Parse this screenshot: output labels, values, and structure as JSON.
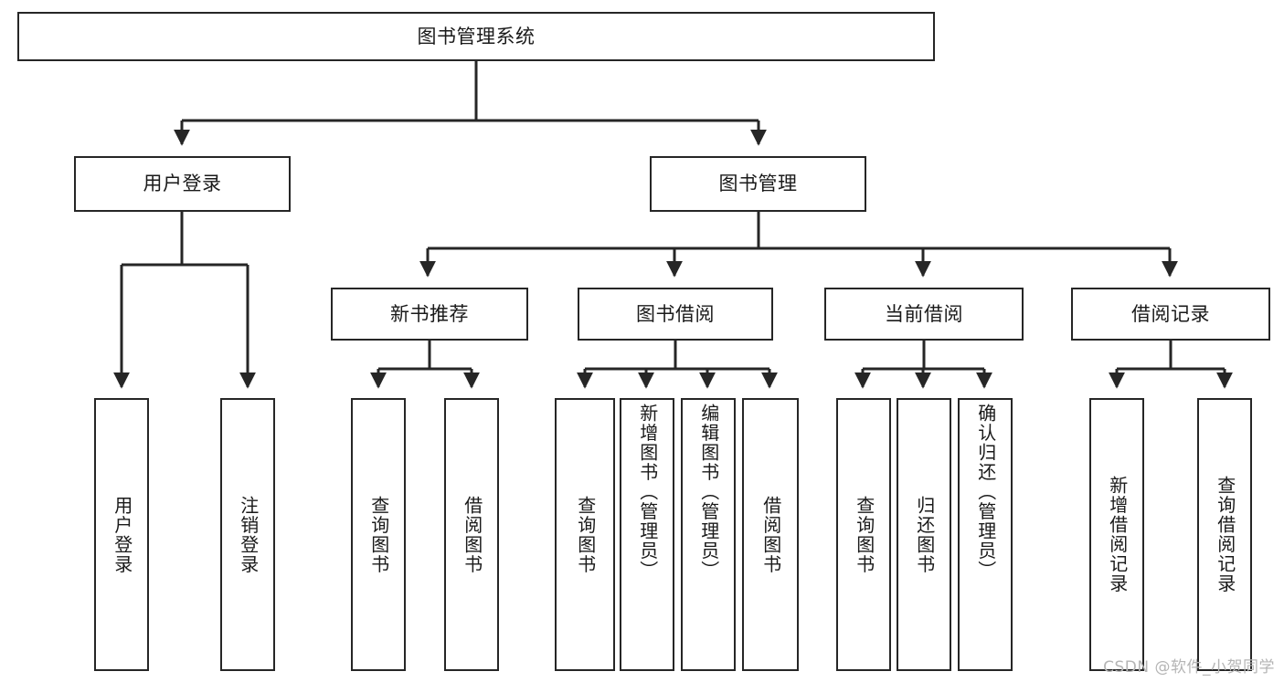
{
  "diagram": {
    "title": "图书管理系统",
    "type": "tree-hierarchy-chart",
    "root": {
      "label": "图书管理系统"
    },
    "level2": [
      {
        "label": "用户登录"
      },
      {
        "label": "图书管理"
      }
    ],
    "level3": [
      {
        "label": "新书推荐"
      },
      {
        "label": "图书借阅"
      },
      {
        "label": "当前借阅"
      },
      {
        "label": "借阅记录"
      }
    ],
    "leaves": {
      "user_login": [
        {
          "label": "用户登录"
        },
        {
          "label": "注销登录"
        }
      ],
      "new_book_recommend": [
        {
          "label": "查询图书"
        },
        {
          "label": "借阅图书"
        }
      ],
      "book_borrow": [
        {
          "label": "查询图书"
        },
        {
          "label": "新增图书（管理员）"
        },
        {
          "label": "编辑图书（管理员）"
        },
        {
          "label": "借阅图书"
        }
      ],
      "current_borrow": [
        {
          "label": "查询图书"
        },
        {
          "label": "归还图书"
        },
        {
          "label": "确认归还（管理员）"
        }
      ],
      "borrow_record": [
        {
          "label": "新增借阅记录"
        },
        {
          "label": "查询借阅记录"
        }
      ]
    }
  },
  "watermark": {
    "text": "CSDN @软件_小贺同学"
  },
  "colors": {
    "stroke": "#262626",
    "background": "#ffffff",
    "text": "#1a1a1a",
    "watermark": "#b5b5b5"
  }
}
